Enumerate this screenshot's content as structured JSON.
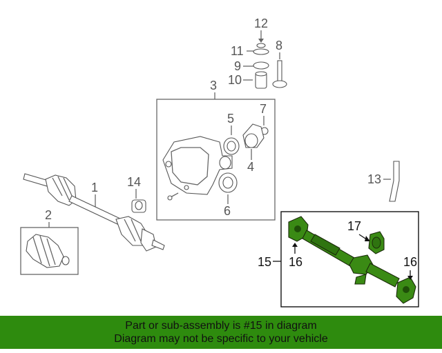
{
  "callouts": {
    "c1": "1",
    "c2": "2",
    "c3": "3",
    "c4": "4",
    "c5": "5",
    "c6": "6",
    "c7": "7",
    "c8": "8",
    "c9": "9",
    "c10": "10",
    "c11": "11",
    "c12": "12",
    "c13": "13",
    "c14": "14",
    "c15": "15",
    "c16a": "16",
    "c16b": "16",
    "c17": "17"
  },
  "banner": {
    "line1": "Part or sub-assembly is #15 in diagram",
    "line2": "Diagram may not be specific to your vehicle"
  },
  "colors": {
    "banner_bg": "#2e8b0e",
    "highlight_part": "#3a8a14"
  }
}
